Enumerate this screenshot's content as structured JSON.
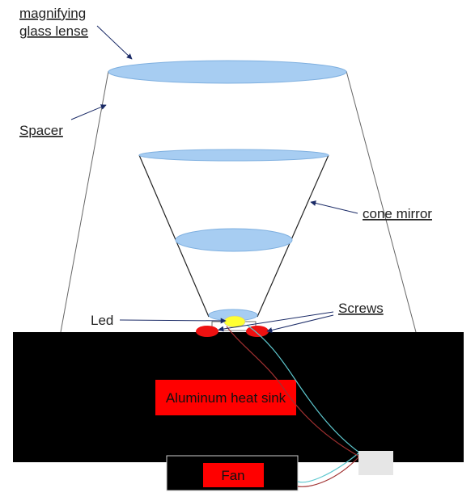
{
  "labels": {
    "magnifying_line1": "magnifying",
    "magnifying_line2": "glass lense",
    "spacer": "Spacer",
    "cone_mirror": "cone mirror",
    "led": "Led",
    "screws": "Screws",
    "heat_sink": "Aluminum heat sink",
    "fan": "Fan"
  },
  "colors": {
    "lens_fill": "#a7cdf2",
    "lens_stroke": "#7fb0e0",
    "heat_sink": "#000000",
    "label_box": "#ff0000",
    "led": "#ffff33",
    "screws": "#ee1111",
    "wire_cyan": "#5ec8cf",
    "wire_red": "#a03030",
    "junction_box": "#e6e6e6",
    "arrow": "#1a2a66"
  }
}
